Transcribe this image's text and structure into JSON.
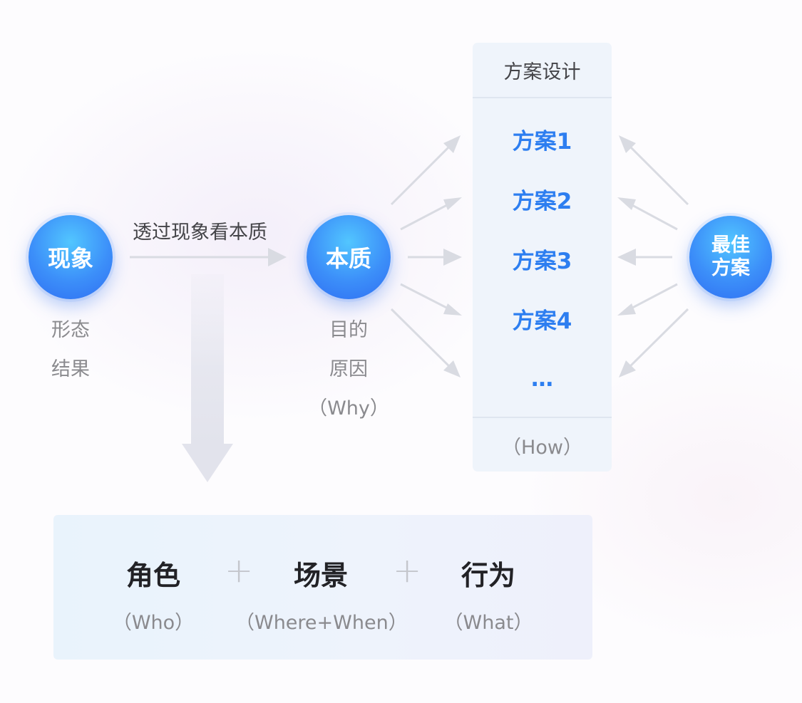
{
  "phenomenon": {
    "circle": "现象",
    "captions": [
      "形态",
      "结果"
    ]
  },
  "transition_label": "透过现象看本质",
  "essence": {
    "circle": "本质",
    "captions": [
      "目的",
      "原因",
      "（Why）"
    ]
  },
  "design_panel": {
    "title": "方案设计",
    "plans": [
      "方案1",
      "方案2",
      "方案3",
      "方案4",
      "…"
    ],
    "footer": "（How）"
  },
  "best": {
    "line1": "最佳",
    "line2": "方案"
  },
  "bottom": {
    "terms": [
      {
        "title": "角色",
        "sub": "（Who）"
      },
      {
        "title": "场景",
        "sub": "（Where+When）"
      },
      {
        "title": "行为",
        "sub": "（What）"
      }
    ],
    "separator": "+"
  },
  "colors": {
    "accent_blue": "#2d7ef0",
    "circle_gradient_top": "#52c6ff",
    "circle_gradient_bottom": "#2f6ef2",
    "arrow_gray": "#d9dbe2",
    "panel_bg": "#eff4fb"
  }
}
